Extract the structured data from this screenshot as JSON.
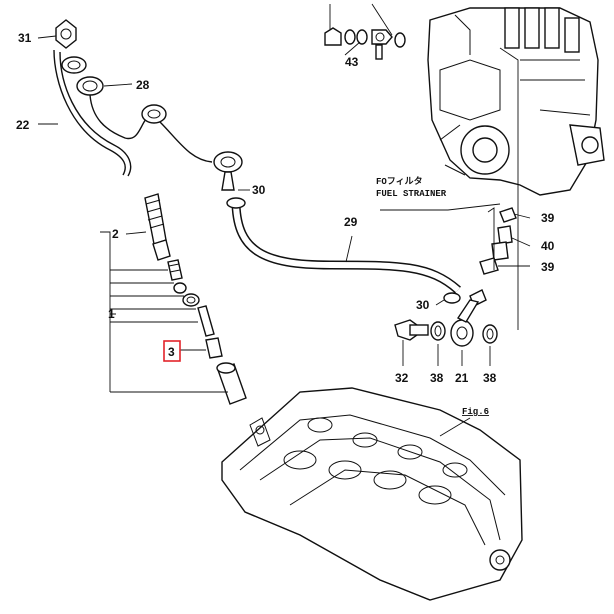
{
  "callouts": [
    {
      "id": "31",
      "label": "31"
    },
    {
      "id": "28",
      "label": "28"
    },
    {
      "id": "22",
      "label": "22"
    },
    {
      "id": "43",
      "label": "43"
    },
    {
      "id": "30a",
      "label": "30"
    },
    {
      "id": "29",
      "label": "29"
    },
    {
      "id": "2",
      "label": "2"
    },
    {
      "id": "1",
      "label": "1"
    },
    {
      "id": "3",
      "label": "3",
      "highlighted": true
    },
    {
      "id": "39a",
      "label": "39"
    },
    {
      "id": "40",
      "label": "40"
    },
    {
      "id": "39b",
      "label": "39"
    },
    {
      "id": "30b",
      "label": "30"
    },
    {
      "id": "32",
      "label": "32"
    },
    {
      "id": "38a",
      "label": "38"
    },
    {
      "id": "21",
      "label": "21"
    },
    {
      "id": "38b",
      "label": "38"
    }
  ],
  "notes": {
    "fuel_filter_jp": "FOフィルタ",
    "fuel_strainer": "FUEL STRAINER",
    "fig_ref": "Fig.6"
  },
  "colors": {
    "line": "#111111",
    "highlight": "#e2232a",
    "background": "#ffffff"
  }
}
